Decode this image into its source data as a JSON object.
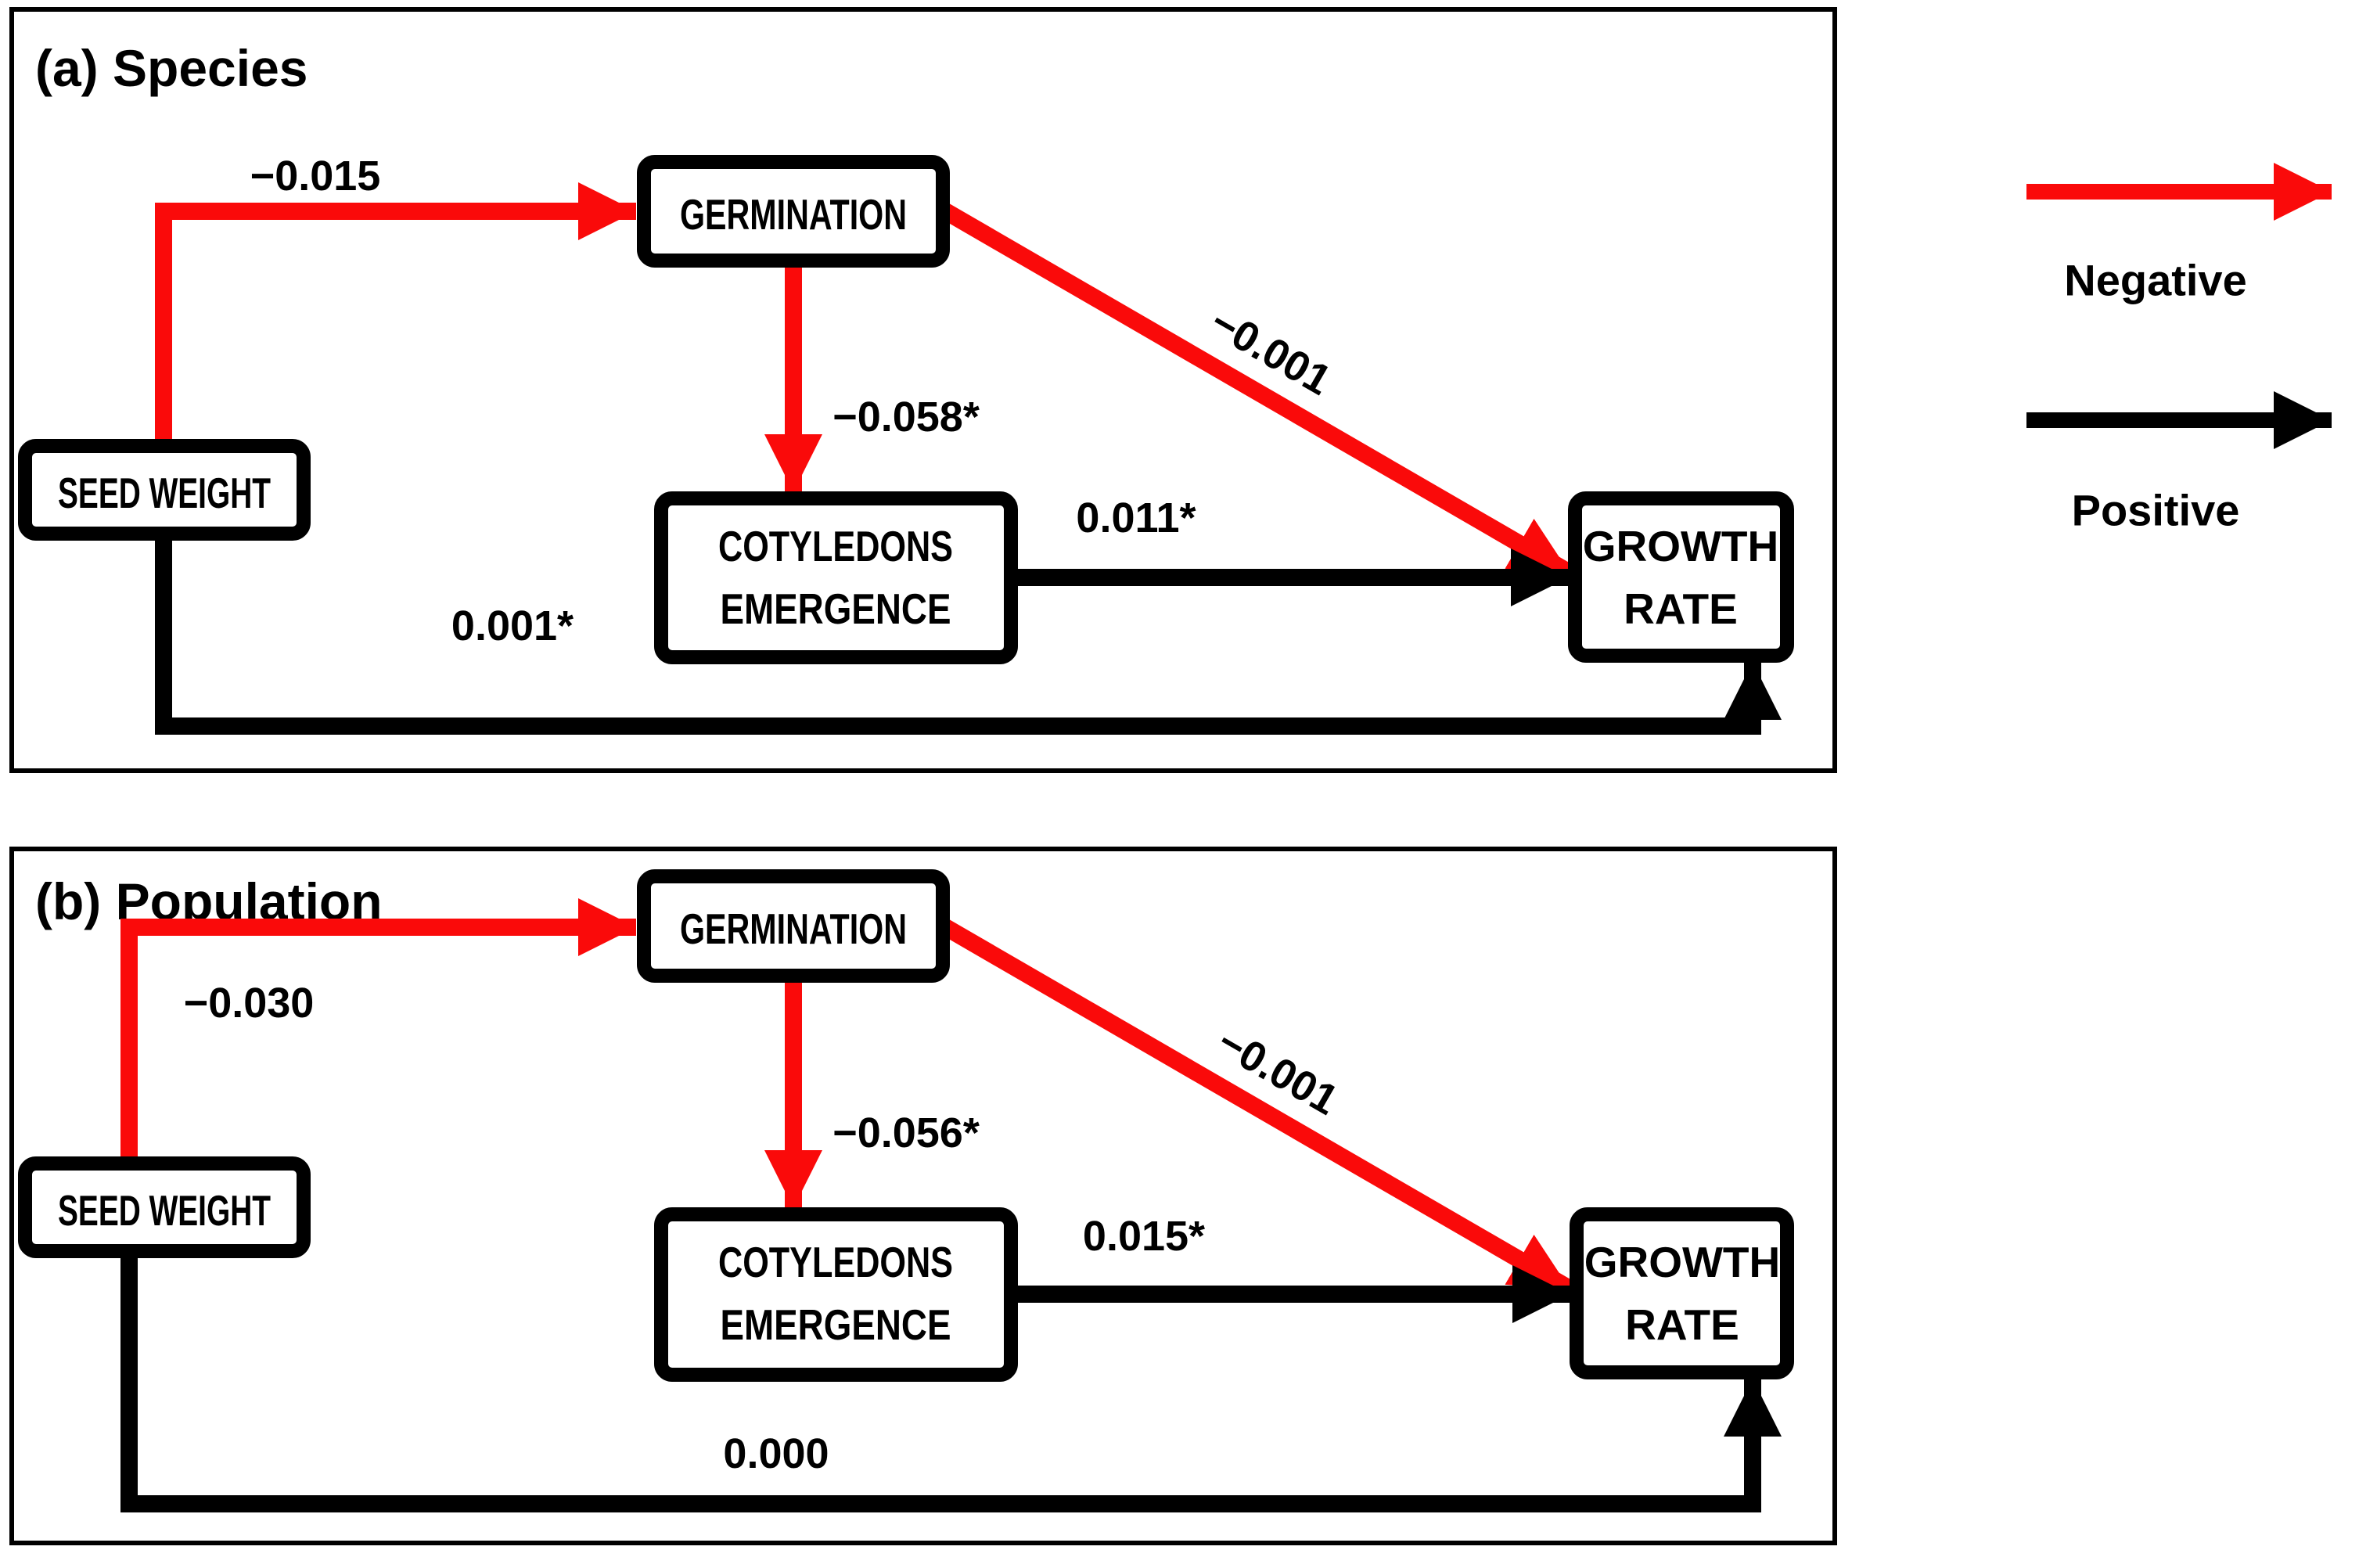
{
  "figure": {
    "type": "path-analysis-diagram",
    "description": "Structural equation / path diagram of seed traits on growth rate at species and population level"
  },
  "colors": {
    "negative": "#fa0a0a",
    "positive": "#000000",
    "box_fill": "#ffffff",
    "box_stroke": "#000000"
  },
  "legend": {
    "negative": "Negative",
    "positive": "Positive"
  },
  "panels": [
    {
      "title": "(a) Species",
      "nodes": {
        "seed_weight": "SEED WEIGHT",
        "germination": "GERMINATION",
        "cotyledons": {
          "line1": "COTYLEDONS",
          "line2": "EMERGENCE"
        },
        "growth": {
          "line1": "GROWTH",
          "line2": "RATE"
        }
      },
      "edges": {
        "seed_to_germination": {
          "from": "SEED WEIGHT",
          "to": "GERMINATION",
          "coefficient": "−0.015",
          "sign": "negative"
        },
        "germination_to_cotyledons": {
          "from": "GERMINATION",
          "to": "COTYLEDONS EMERGENCE",
          "coefficient": "−0.058*",
          "sign": "negative"
        },
        "germination_to_growth": {
          "from": "GERMINATION",
          "to": "GROWTH RATE",
          "coefficient": "−0.001",
          "sign": "negative"
        },
        "cotyledons_to_growth": {
          "from": "COTYLEDONS EMERGENCE",
          "to": "GROWTH RATE",
          "coefficient": "0.011*",
          "sign": "positive"
        },
        "seed_to_growth": {
          "from": "SEED WEIGHT",
          "to": "GROWTH RATE",
          "coefficient": "0.001*",
          "sign": "positive"
        }
      }
    },
    {
      "title": "(b) Population",
      "nodes": {
        "seed_weight": "SEED WEIGHT",
        "germination": "GERMINATION",
        "cotyledons": {
          "line1": "COTYLEDONS",
          "line2": "EMERGENCE"
        },
        "growth": {
          "line1": "GROWTH",
          "line2": "RATE"
        }
      },
      "edges": {
        "seed_to_germination": {
          "from": "SEED WEIGHT",
          "to": "GERMINATION",
          "coefficient": "−0.030",
          "sign": "negative"
        },
        "germination_to_cotyledons": {
          "from": "GERMINATION",
          "to": "COTYLEDONS EMERGENCE",
          "coefficient": "−0.056*",
          "sign": "negative"
        },
        "germination_to_growth": {
          "from": "GERMINATION",
          "to": "GROWTH RATE",
          "coefficient": "−0.001",
          "sign": "negative"
        },
        "cotyledons_to_growth": {
          "from": "COTYLEDONS EMERGENCE",
          "to": "GROWTH RATE",
          "coefficient": "0.015*",
          "sign": "positive"
        },
        "seed_to_growth": {
          "from": "SEED WEIGHT",
          "to": "GROWTH RATE",
          "coefficient": "0.000",
          "sign": "positive"
        }
      }
    }
  ]
}
